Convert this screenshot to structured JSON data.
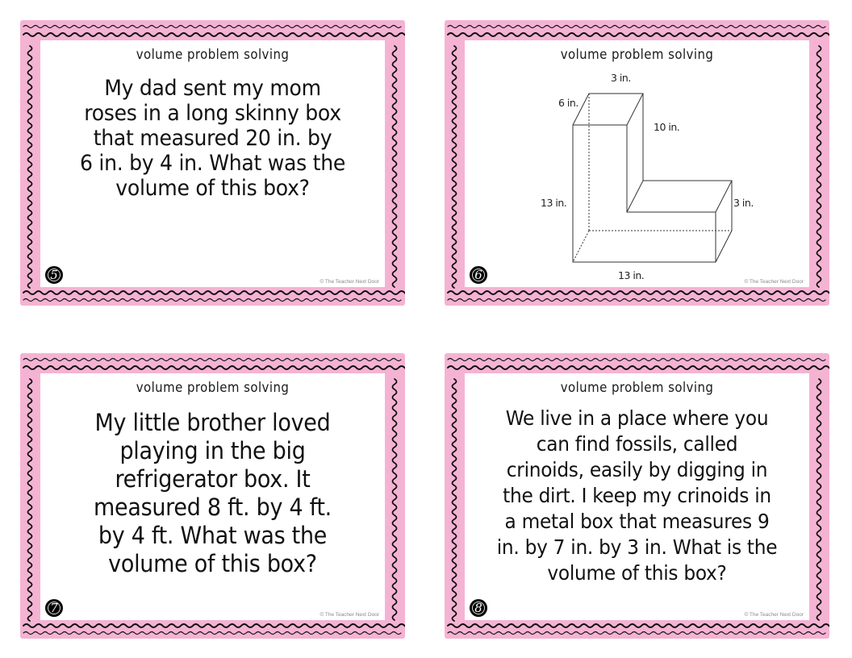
{
  "page": {
    "colors": {
      "border_pink": "#f5b3d3",
      "squiggle": "#111111",
      "card_inner": "#ffffff",
      "badge": "#000000",
      "copyright_text": "#8a8a8a"
    }
  },
  "cards": [
    {
      "number": "5",
      "heading": "volume problem solving",
      "question_lines": [
        "My dad sent my mom",
        "roses in a long skinny box",
        "that measured 20 in. by",
        "6 in. by 4 in. What was the",
        "volume of this box?"
      ],
      "copyright": "© The Teacher Next Door"
    },
    {
      "number": "6",
      "heading": "volume problem solving",
      "figure": {
        "type": "L-shaped rectangular prism",
        "labels": {
          "top_width": "3 in.",
          "depth": "6 in.",
          "inner_height": "10 in.",
          "total_height": "13 in.",
          "step_height": "3 in.",
          "base_length": "13 in."
        }
      },
      "copyright": "© The Teacher Next Door"
    },
    {
      "number": "7",
      "heading": "volume problem solving",
      "question_lines": [
        "My little brother loved",
        "playing in the big",
        "refrigerator box. It",
        "measured 8 ft. by 4 ft.",
        "by 4 ft. What was the",
        "volume of this box?"
      ],
      "copyright": "© The Teacher Next Door"
    },
    {
      "number": "8",
      "heading": "volume problem solving",
      "question_lines": [
        "We live in a place where you",
        "can find fossils, called",
        "crinoids, easily by digging in",
        "the dirt. I keep my crinoids in",
        "a metal box that measures 9",
        "in. by 7 in. by 3 in. What is the",
        "volume of this box?"
      ],
      "copyright": "© The Teacher Next Door"
    }
  ]
}
